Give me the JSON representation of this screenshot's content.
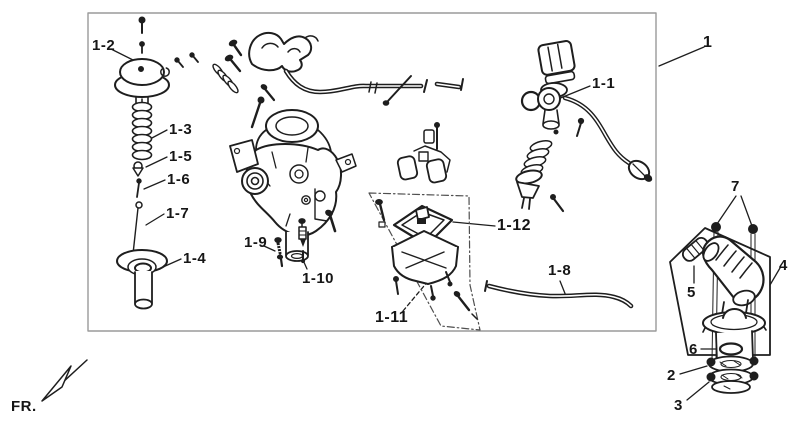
{
  "page": {
    "background": "#ffffff"
  },
  "diagram": {
    "kind": "carburetor-exploded-parts-diagram",
    "ink_color": "#1e1e1e",
    "frame_color": "#9a9a9a"
  },
  "labels": [
    {
      "id": "part-1-2",
      "text": "1-2"
    },
    {
      "id": "part-1-3",
      "text": "1-3"
    },
    {
      "id": "part-1-5",
      "text": "1-5"
    },
    {
      "id": "part-1-6",
      "text": "1-6"
    },
    {
      "id": "part-1-7",
      "text": "1-7"
    },
    {
      "id": "part-1-4",
      "text": "1-4"
    },
    {
      "id": "part-1-9",
      "text": "1-9"
    },
    {
      "id": "part-1-10",
      "text": "1-10"
    },
    {
      "id": "part-1-11",
      "text": "1-11"
    },
    {
      "id": "part-1-12",
      "text": "1-12"
    },
    {
      "id": "part-1-8",
      "text": "1-8"
    },
    {
      "id": "part-1-1",
      "text": "1-1"
    },
    {
      "id": "part-1",
      "text": "1"
    },
    {
      "id": "part-7",
      "text": "7"
    },
    {
      "id": "part-5",
      "text": "5"
    },
    {
      "id": "part-4",
      "text": "4"
    },
    {
      "id": "part-6",
      "text": "6"
    },
    {
      "id": "part-2",
      "text": "2"
    },
    {
      "id": "part-3",
      "text": "3"
    }
  ],
  "orientation": {
    "front_label": "FR."
  }
}
